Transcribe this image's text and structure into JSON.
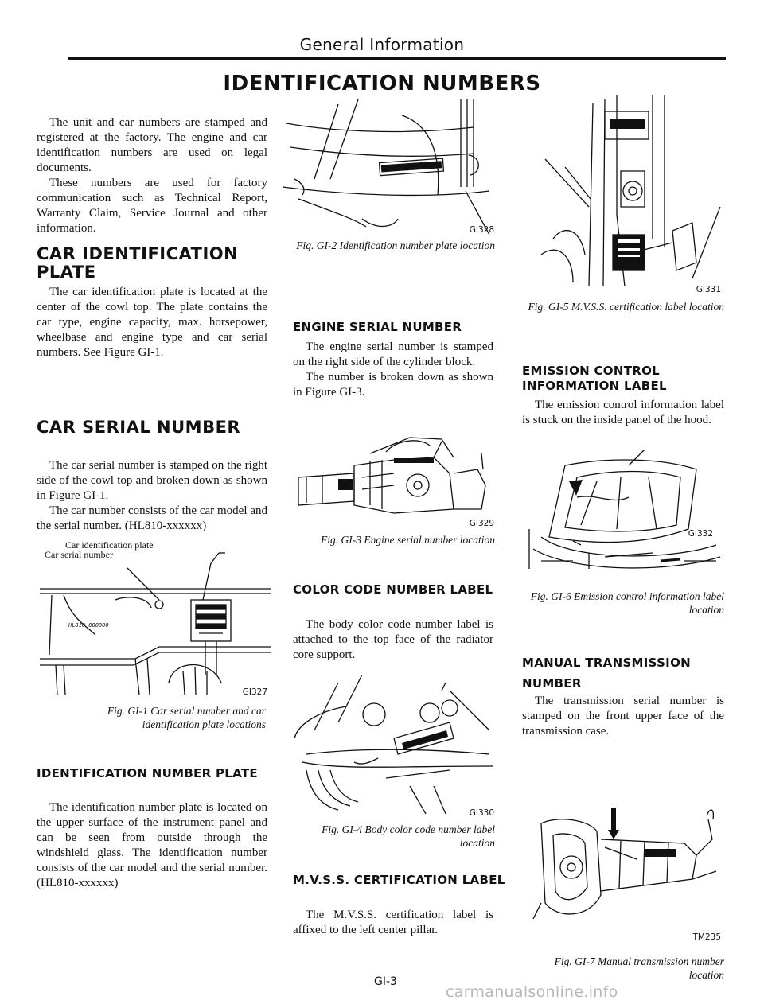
{
  "header": {
    "running_title": "General Information",
    "page_title": "IDENTIFICATION NUMBERS"
  },
  "col1": {
    "intro": [
      "The unit and car numbers are stamped and registered at the factory. The engine and car identification numbers are used on legal documents.",
      "These numbers are used for factory communication such as Technical Report, Warranty Claim, Service Journal and other information."
    ],
    "car_id_plate": {
      "heading": "CAR IDENTIFICATION PLATE",
      "text": "The car identification plate is located at the center of the cowl top. The plate contains the car type, engine capacity, max. horsepower, wheelbase and engine type and car serial numbers. See Figure GI-1."
    },
    "car_serial": {
      "heading": "CAR SERIAL NUMBER",
      "text1": "The car serial number is stamped on the right side of the cowl top and broken down as shown in Figure GI-1.",
      "text2": "The car number consists of the car model and the serial number. (HL810-xxxxxx)"
    },
    "fig1": {
      "label_plate": "Car identification plate",
      "label_serial": "Car serial number",
      "stamp": "HL810 000000",
      "code": "GI327",
      "caption": "Fig. GI-1 Car serial number and car identification plate locations"
    },
    "id_number_plate": {
      "heading": "IDENTIFICATION NUMBER PLATE",
      "text": "The identification number plate is located on the upper surface of the instrument panel and can be seen from outside through the windshield glass. The identification number consists of the car model and the serial number. (HL810-xxxxxx)"
    }
  },
  "col2": {
    "fig2": {
      "code": "GI328",
      "caption": "Fig. GI-2 Identification number plate location"
    },
    "engine_serial": {
      "heading": "ENGINE SERIAL NUMBER",
      "text1": "The engine serial number is stamped on the right side of the cylinder block.",
      "text2": "The number is broken down as shown in Figure GI-3."
    },
    "fig3": {
      "code": "GI329",
      "caption": "Fig. GI-3 Engine serial number location"
    },
    "color_code": {
      "heading": "COLOR CODE NUMBER LABEL",
      "text": "The body color code number label is attached to the top face of the radiator core support."
    },
    "fig4": {
      "code": "GI330",
      "caption": "Fig. GI-4 Body color code number label location"
    },
    "mvss": {
      "heading": "M.V.S.S. CERTIFICATION LABEL",
      "text": "The M.V.S.S. certification label is affixed to the left center pillar."
    }
  },
  "col3": {
    "fig5": {
      "code": "GI331",
      "caption": "Fig. GI-5 M.V.S.S. certification label location"
    },
    "emission": {
      "heading": "EMISSION CONTROL INFORMATION LABEL",
      "text": "The emission control information label is stuck on the inside panel of the hood."
    },
    "fig6": {
      "code": "GI332",
      "caption": "Fig. GI-6 Emission control information label location"
    },
    "manual_trans": {
      "heading": "MANUAL TRANSMISSION NUMBER",
      "text": "The transmission serial number is stamped on the front upper face of the transmission case."
    },
    "fig7": {
      "code": "TM235",
      "caption": "Fig. GI-7 Manual transmission number location"
    }
  },
  "footer": {
    "page_number": "GI-3",
    "watermark": "carmanualsonline.info"
  }
}
